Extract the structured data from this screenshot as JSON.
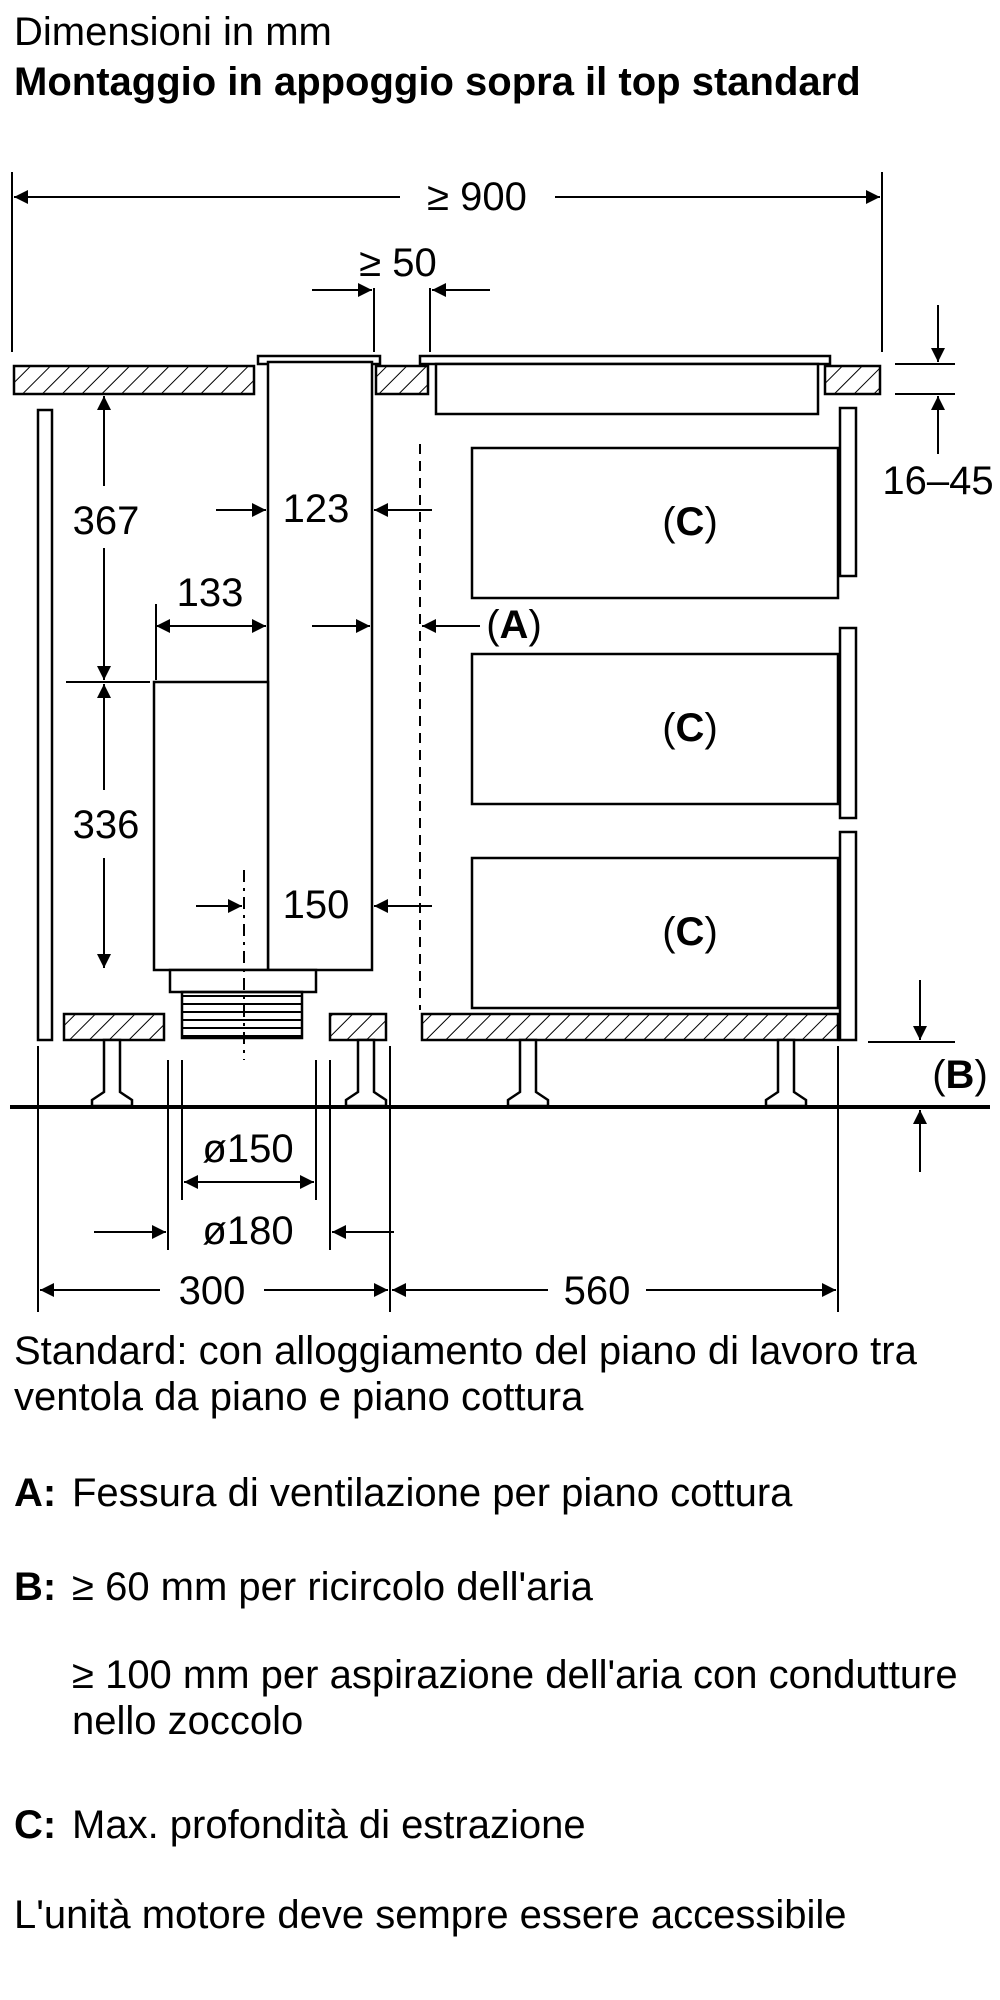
{
  "header": {
    "title": "Dimensioni in mm",
    "subtitle": "Montaggio in appoggio sopra il top standard"
  },
  "dimensions": {
    "total_width": "≥ 900",
    "gap": "≥ 50",
    "thickness": "16–45",
    "upper_height": "367",
    "lower_height": "336",
    "duct_width_top": "123",
    "motor_depth": "133",
    "duct_width_bottom": "150",
    "pipe_d150": "ø150",
    "pipe_d180": "ø180",
    "left_width": "300",
    "right_width": "560"
  },
  "labels": {
    "A": "A",
    "B": "B",
    "C": "C",
    "paren_open": "(",
    "paren_close": ")"
  },
  "caption": "Standard: con alloggiamento del piano di lavoro tra ventola da piano e piano cottura",
  "legend": [
    {
      "key": "A:",
      "text": "Fessura di ventilazione per piano cottura"
    },
    {
      "key": "B:",
      "text": "≥ 60 mm per ricircolo dell'aria"
    },
    {
      "key": "",
      "text": "≥ 100 mm per aspirazione dell'aria con condutture nello zoccolo"
    },
    {
      "key": "C:",
      "text": "Max. profondità di estrazione"
    }
  ],
  "footnote": "L'unità motore deve sempre essere accessibile"
}
